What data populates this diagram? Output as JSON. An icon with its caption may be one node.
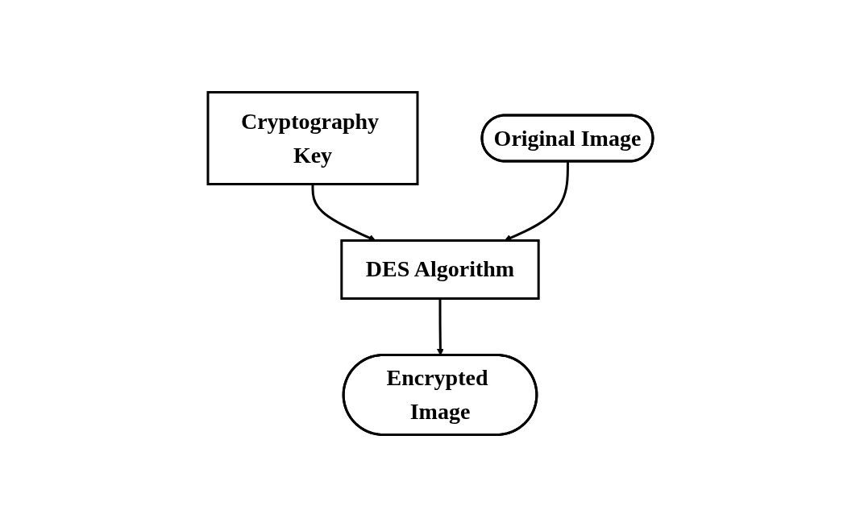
{
  "diagram": {
    "nodes": [
      {
        "text": [
          "Cryptography Key"
        ]
      },
      {
        "text": [
          "Original Image"
        ]
      },
      {
        "text": [
          "DES Algorithm"
        ]
      },
      {
        "text": [
          "Encrypted Image"
        ]
      }
    ],
    "edges": [
      {
        "from": 0,
        "to": 2,
        "arrow": "to"
      },
      {
        "from": 1,
        "to": 2,
        "arrow": "to"
      },
      {
        "from": 2,
        "to": 3,
        "arrow": "to"
      }
    ]
  }
}
